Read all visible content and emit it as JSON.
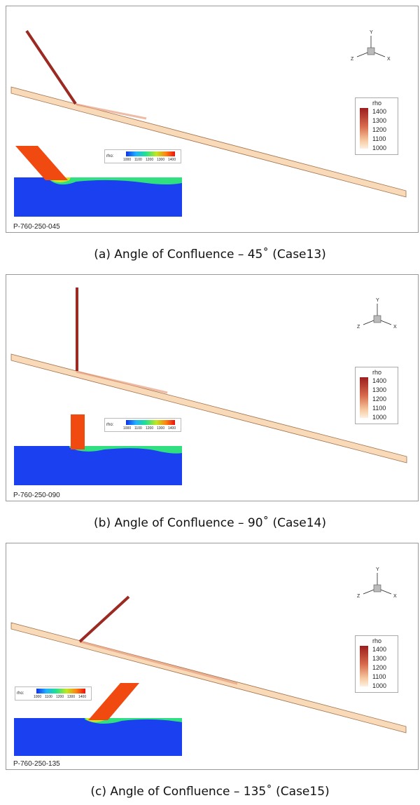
{
  "panels": [
    {
      "case_label": "P-760-250-045",
      "caption": "(a) Angle of Confluence – 45˚ (Case13)",
      "angle_deg": 45
    },
    {
      "case_label": "P-760-250-090",
      "caption": "(b) Angle of Confluence – 90˚ (Case14)",
      "angle_deg": 90
    },
    {
      "case_label": "P-760-250-135",
      "caption": "(c) Angle of Confluence – 135˚ (Case15)",
      "angle_deg": 135
    }
  ],
  "legend": {
    "title": "rho",
    "ticks": [
      "1400",
      "1300",
      "1200",
      "1100",
      "1000"
    ]
  },
  "inset_colorbar": {
    "label": "rho:",
    "ticks": [
      "1000",
      "1100",
      "1200",
      "1300",
      "1400"
    ]
  },
  "axes": {
    "y": "Y",
    "x": "X",
    "z": "Z"
  },
  "colors": {
    "pipe_fill": "#f8d9b8",
    "pipe_edge": "#a0704a",
    "branch": "#9b2a22",
    "water_blue": "#1a40f0",
    "mix_green": "#30e080",
    "dense_red": "#f04a10"
  }
}
